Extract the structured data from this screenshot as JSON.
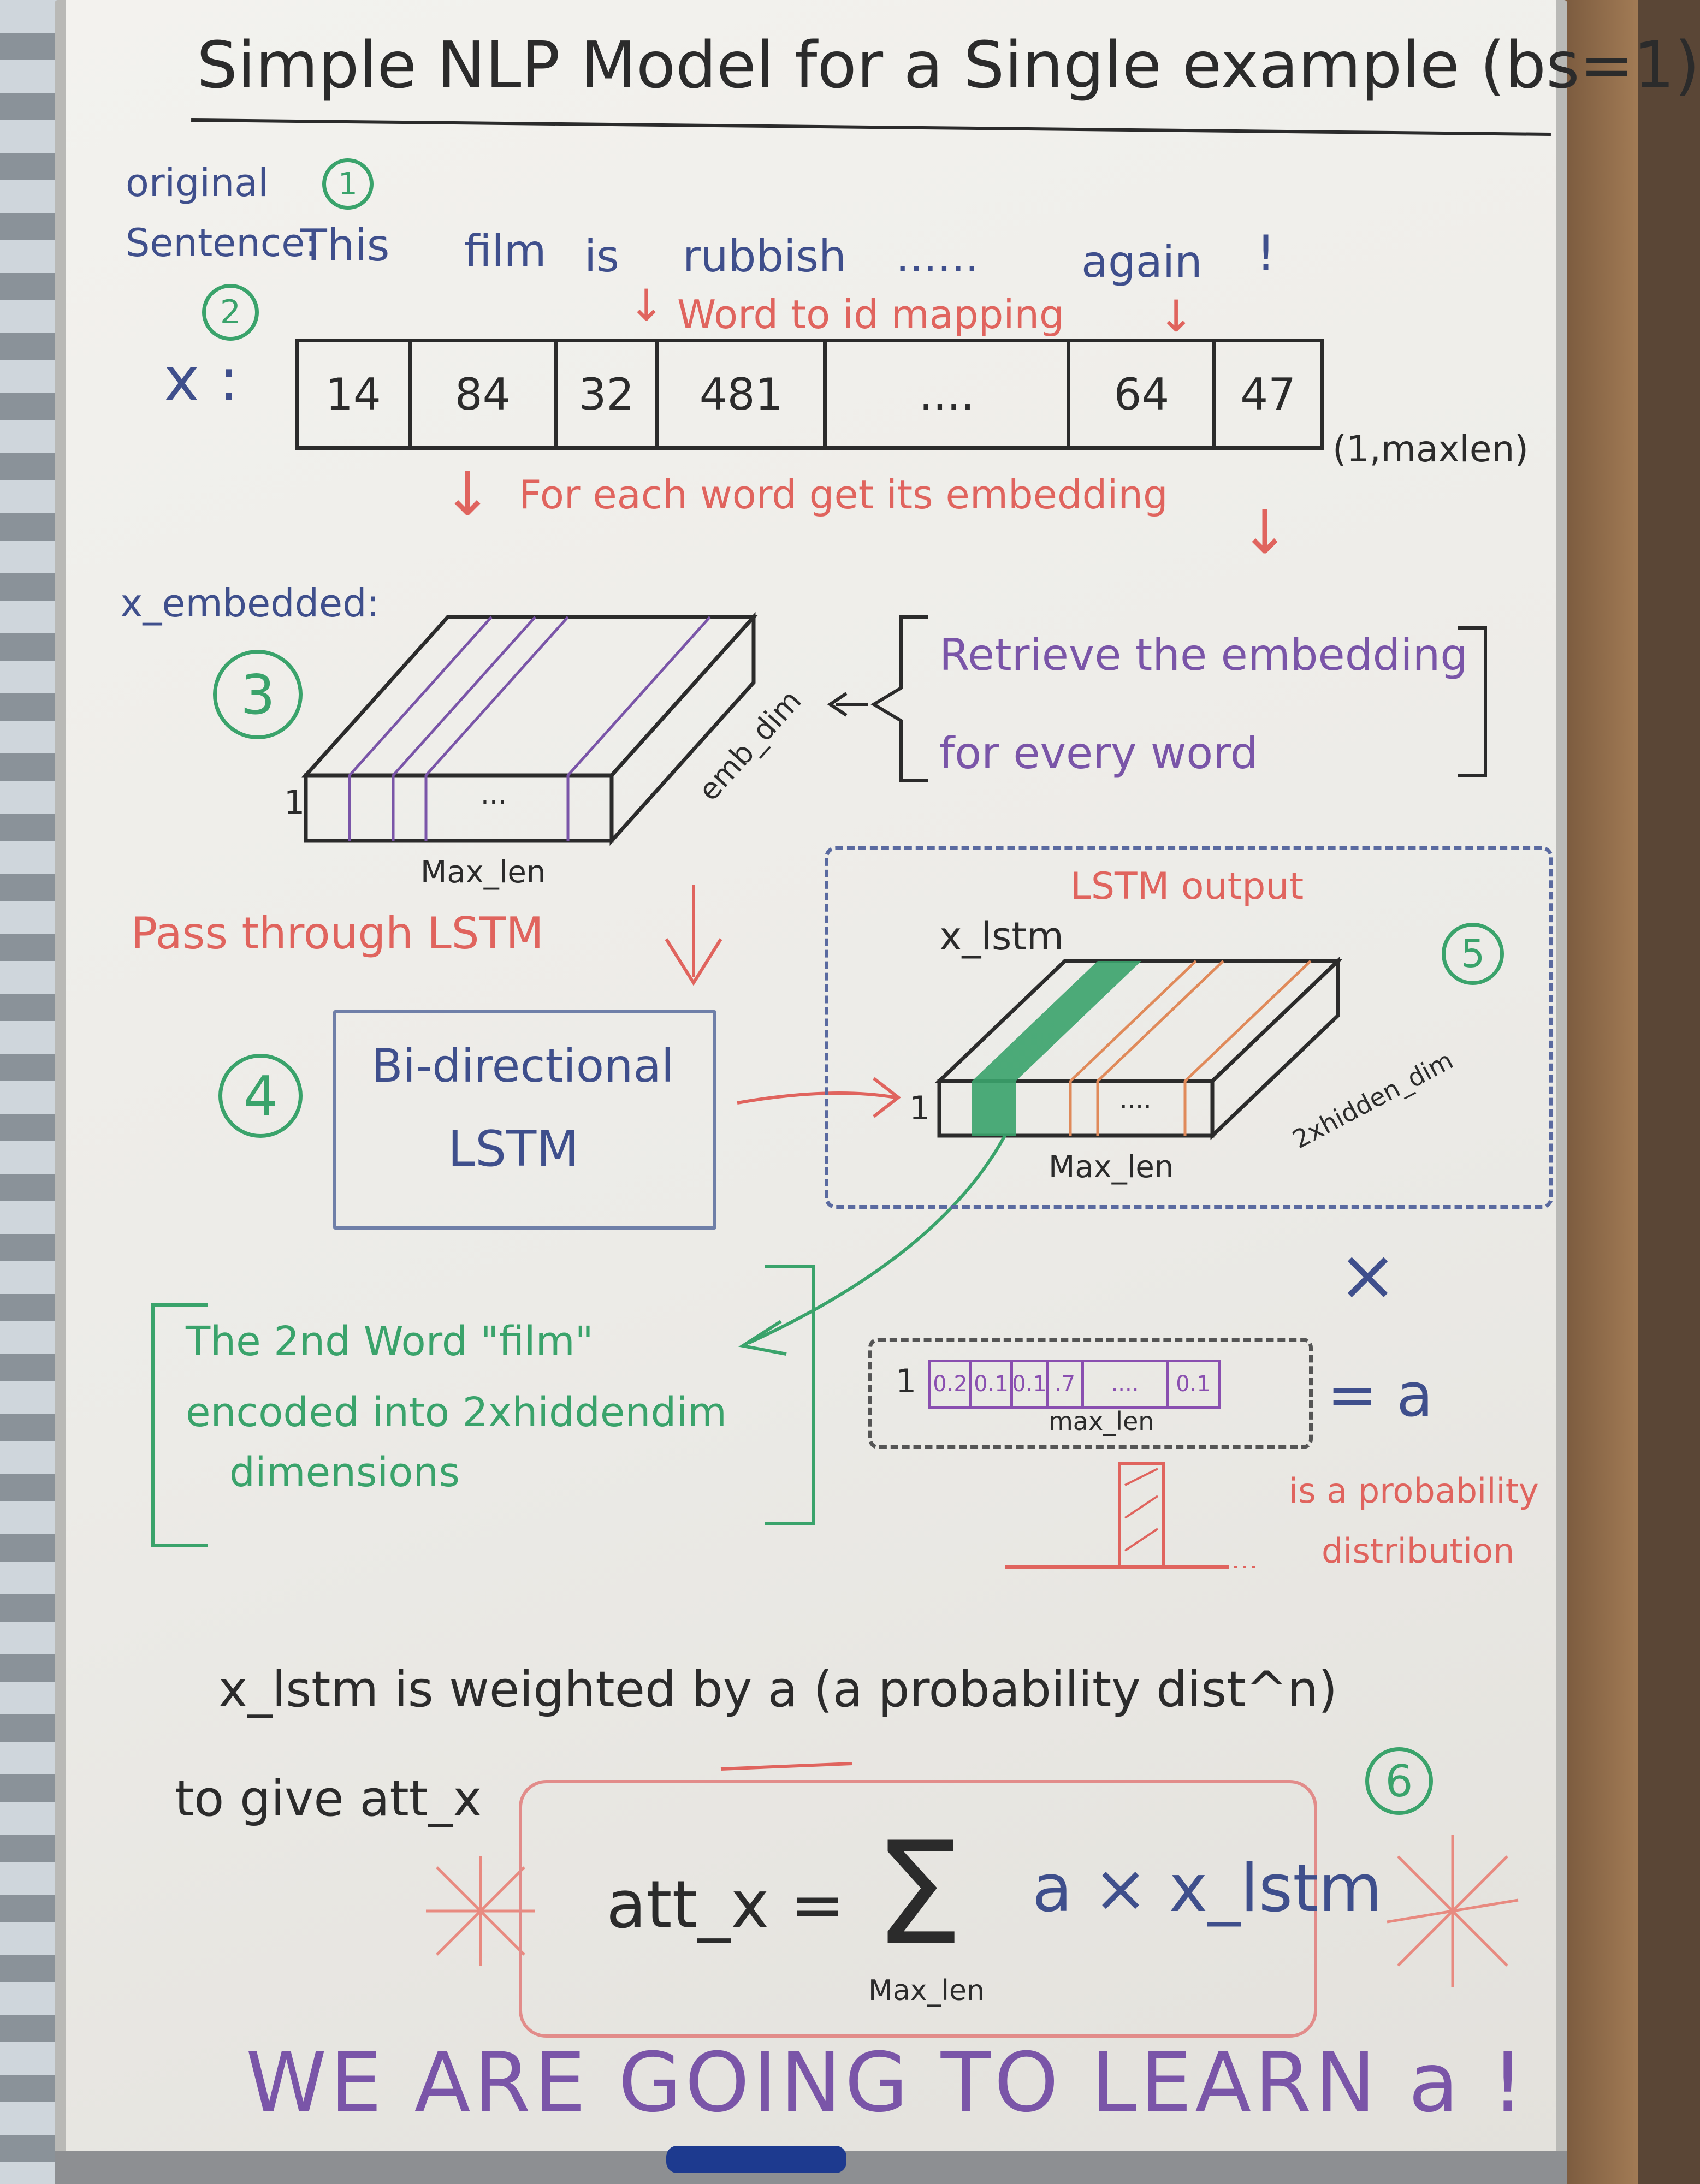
{
  "title": "Simple NLP Model for a Single example (bs=1)",
  "steps": {
    "s1": "1",
    "s2": "2",
    "s3": "3",
    "s4": "4",
    "s5": "5",
    "s6": "6"
  },
  "sentence": {
    "label_line1": "original",
    "label_line2": "Sentence:",
    "words": [
      "This",
      "film",
      "is",
      "rubbish",
      "......",
      "again",
      "!"
    ]
  },
  "mapping_note": "Word to id mapping",
  "x_label": "x :",
  "id_values": [
    "14",
    "84",
    "32",
    "481",
    "....",
    "64",
    "47"
  ],
  "x_shape": "(1,maxlen)",
  "embedding_note": "For each word get its embedding",
  "x_embedded_label": "x_embedded:",
  "emb_dims": {
    "one": "1",
    "max_len": "Max_len",
    "emb_dim": "emb_dim",
    "dots": "..."
  },
  "retrieve_note": {
    "line1": "Retrieve  the  embedding",
    "line2": "for  every  word"
  },
  "pass_lstm": "Pass through LSTM",
  "lstm_box": {
    "line1": "Bi-directional",
    "line2": "LSTM"
  },
  "lstm_output": {
    "title": "LSTM output",
    "var": "x_lstm",
    "one": "1",
    "max_len": "Max_len",
    "hidden_dim": "2xhidden_dim",
    "dots": "...."
  },
  "film_note": {
    "line1": "The 2nd Word \"film\"",
    "line2": "encoded into 2xhiddendim",
    "line3": "dimensions"
  },
  "times": "×",
  "a_vector": {
    "one": "1",
    "cells": [
      "0.2",
      "0.1",
      "0.1",
      ".7",
      "....",
      "0.1"
    ],
    "max_len": "max_len",
    "equals": "= a"
  },
  "prob_note": {
    "line1": "is a probability",
    "line2": "distribution"
  },
  "weighted_line": "x_lstm is weighted by a (a probability dist^n)",
  "give_line": "to give att_x",
  "formula": {
    "lhs": "att_x =",
    "sigma": "Σ",
    "sub": "Max_len",
    "rhs": "a × x_lstm"
  },
  "conclusion": "WE ARE GOING TO LEARN a !"
}
